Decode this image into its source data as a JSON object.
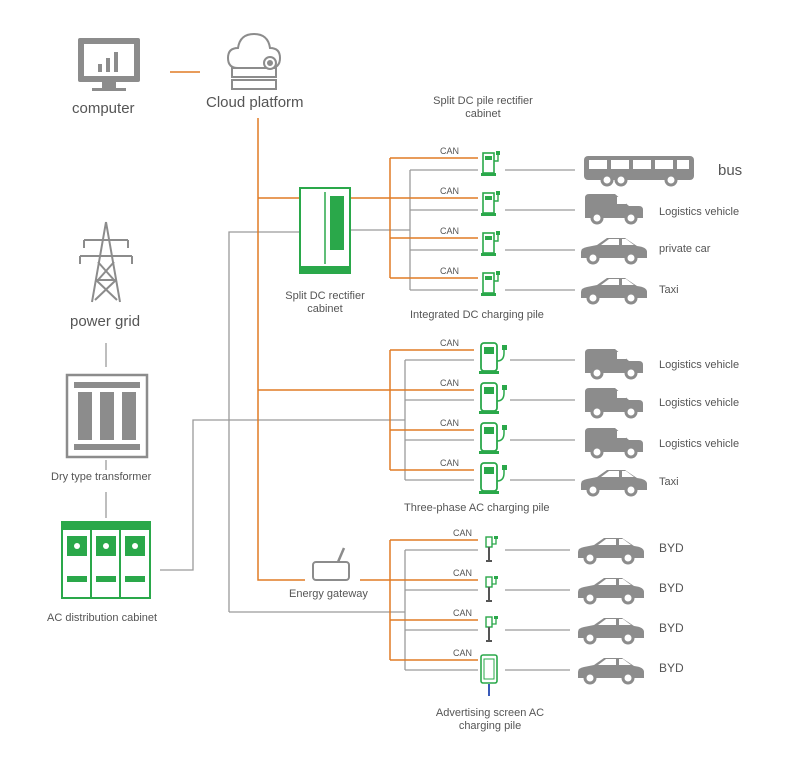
{
  "top": {
    "computer": "computer",
    "cloud_platform": "Cloud platform",
    "split_dc_pile_rectifier_cabinet": "Split DC pile rectifier cabinet"
  },
  "left": {
    "power_grid": "power grid",
    "dry_type_transformer": "Dry type transformer",
    "ac_distribution_cabinet": "AC distribution cabinet"
  },
  "center": {
    "split_dc_rectifier_cabinet": "Split DC rectifier cabinet",
    "energy_gateway": "Energy gateway"
  },
  "groups": {
    "integrated_dc": {
      "title": "Integrated DC charging pile",
      "can": [
        "CAN",
        "CAN",
        "CAN",
        "CAN"
      ],
      "vehicles": [
        "bus",
        "Logistics vehicle",
        "private car",
        "Taxi"
      ]
    },
    "three_phase_ac": {
      "title": "Three-phase AC charging pile",
      "can": [
        "CAN",
        "CAN",
        "CAN",
        "CAN"
      ],
      "vehicles": [
        "Logistics vehicle",
        "Logistics vehicle",
        "Logistics vehicle",
        "Taxi"
      ]
    },
    "advertising_ac": {
      "title": "Advertising screen AC charging pile",
      "can": [
        "CAN",
        "CAN",
        "CAN",
        "CAN"
      ],
      "vehicles": [
        "BYD",
        "BYD",
        "BYD",
        "BYD"
      ]
    }
  },
  "colors": {
    "orange_line": "#e07b25",
    "gray_line": "#9a9a9a",
    "green_device": "#2aa84a",
    "gray_icon": "#8c8c8c"
  }
}
